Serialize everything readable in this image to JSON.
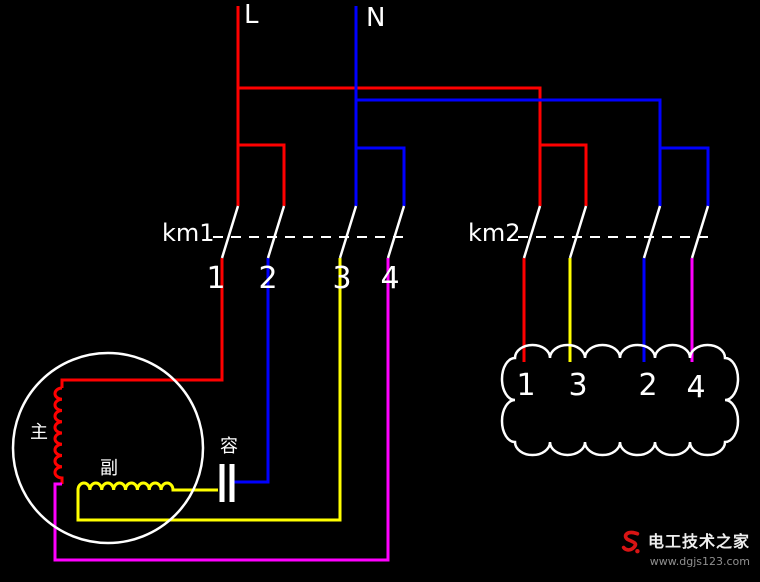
{
  "supply": {
    "line": "L",
    "neutral": "N"
  },
  "contactors": {
    "km1": {
      "label": "km1",
      "output_terminals": [
        "1",
        "2",
        "3",
        "4"
      ]
    },
    "km2": {
      "label": "km2"
    }
  },
  "motor": {
    "terminal_labels": [
      "1",
      "3",
      "2",
      "4"
    ],
    "main_winding": "主",
    "aux_winding": "副",
    "capacitor": "容"
  },
  "watermark": {
    "site_name": "电工技术之家",
    "site_url": "www.dgjs123.com"
  },
  "colors": {
    "bg": "#000000",
    "wire_live": "#ff0000",
    "wire_neutral": "#0000ff",
    "wire_aux": "#ffff00",
    "wire_fourth": "#ff00ff",
    "symbol": "#ffffff",
    "label": "#ffffff",
    "url_gray": "#8f8f8f",
    "logo_red": "#d81414"
  }
}
